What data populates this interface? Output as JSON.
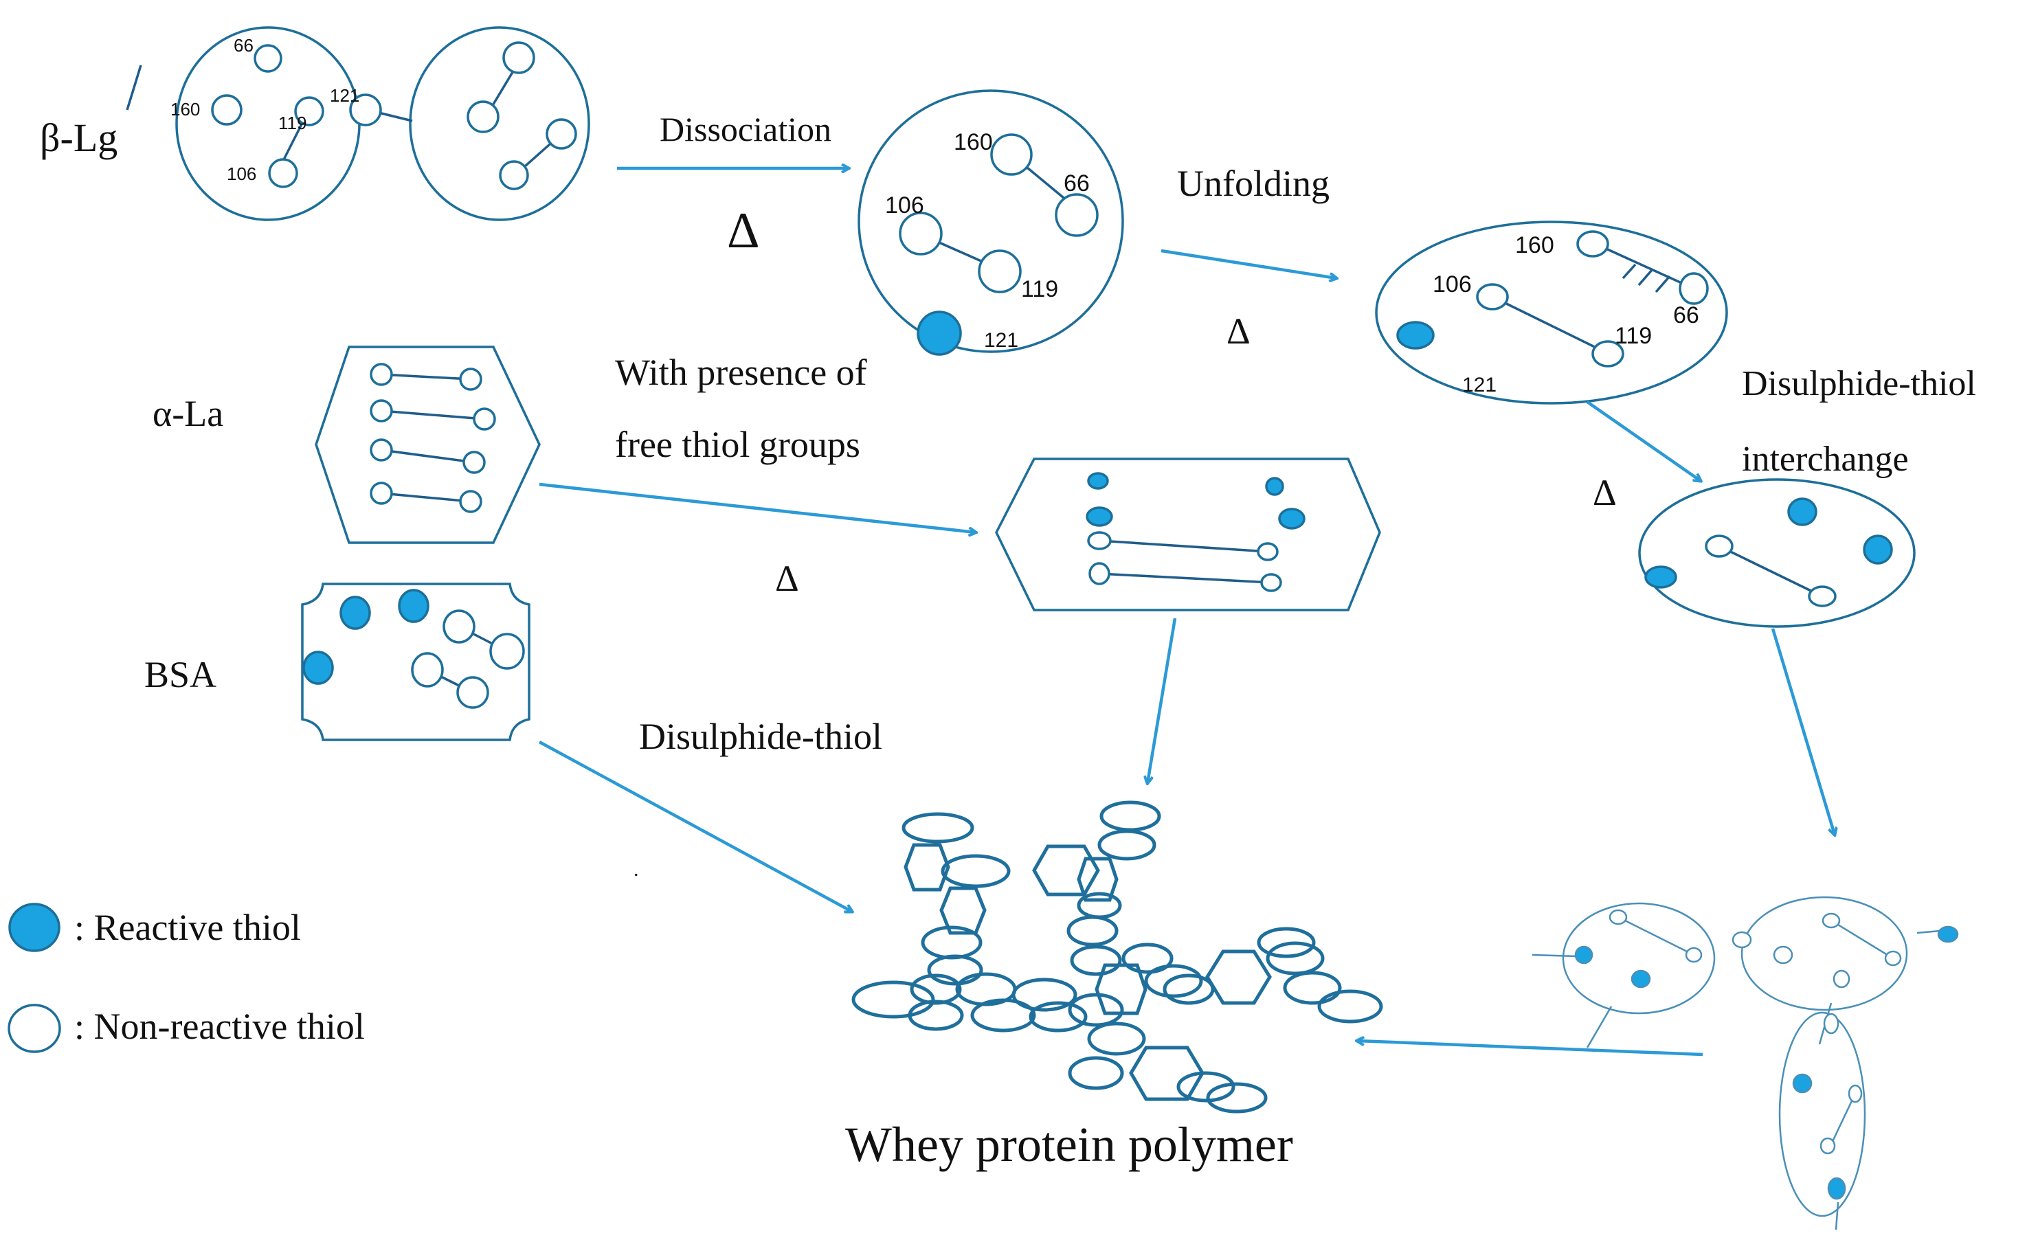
{
  "colors": {
    "outline": "#1d6f9a",
    "reactive": "#1aa3e0",
    "arrow": "#2b9ad6",
    "bond": "#1f5d8c",
    "text": "#111111"
  },
  "labels": {
    "beta_lg": "β-Lg",
    "alpha_la": "α-La",
    "bsa": "BSA",
    "dissociation": "Dissociation",
    "unfolding": "Unfolding",
    "free_thiol_1": "With presence of",
    "free_thiol_2": "free thiol groups",
    "disulphide_thiol": "Disulphide-thiol",
    "disulphide_interchange_1": "Disulphide-thiol",
    "disulphide_interchange_2": "interchange",
    "polymer": "Whey protein polymer",
    "delta": "Δ",
    "dot": "."
  },
  "residues": {
    "r66": "66",
    "r160": "160",
    "r119": "119",
    "r121": "121",
    "r106": "106"
  },
  "legend": {
    "reactive": ": Reactive thiol",
    "non_reactive": ": Non-reactive thiol"
  }
}
